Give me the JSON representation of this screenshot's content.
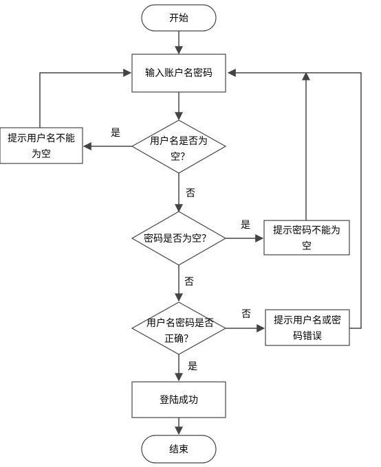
{
  "flowchart": {
    "start": "开始",
    "input": "输入账户名密码",
    "decision_username_empty": [
      "用户名是否为",
      "空？"
    ],
    "decision_password_empty": "密码是否为空？",
    "decision_credentials_correct": [
      "用户名密码是否",
      "正确？"
    ],
    "msg_username_empty": [
      "提示用户名不能",
      "为空"
    ],
    "msg_password_empty": [
      "提示密码不能为",
      "空"
    ],
    "msg_credentials_wrong": [
      "提示用户名或密",
      "码错误"
    ],
    "success": "登陆成功",
    "end": "结束",
    "labels": {
      "yes_username_empty": "是",
      "no_username_empty": "否",
      "yes_password_empty": "是",
      "no_password_empty": "否",
      "no_credentials": "否",
      "yes_credentials": "是"
    },
    "colors": {
      "stroke": "#444444",
      "fill": "#ffffff",
      "text": "#000000"
    }
  }
}
